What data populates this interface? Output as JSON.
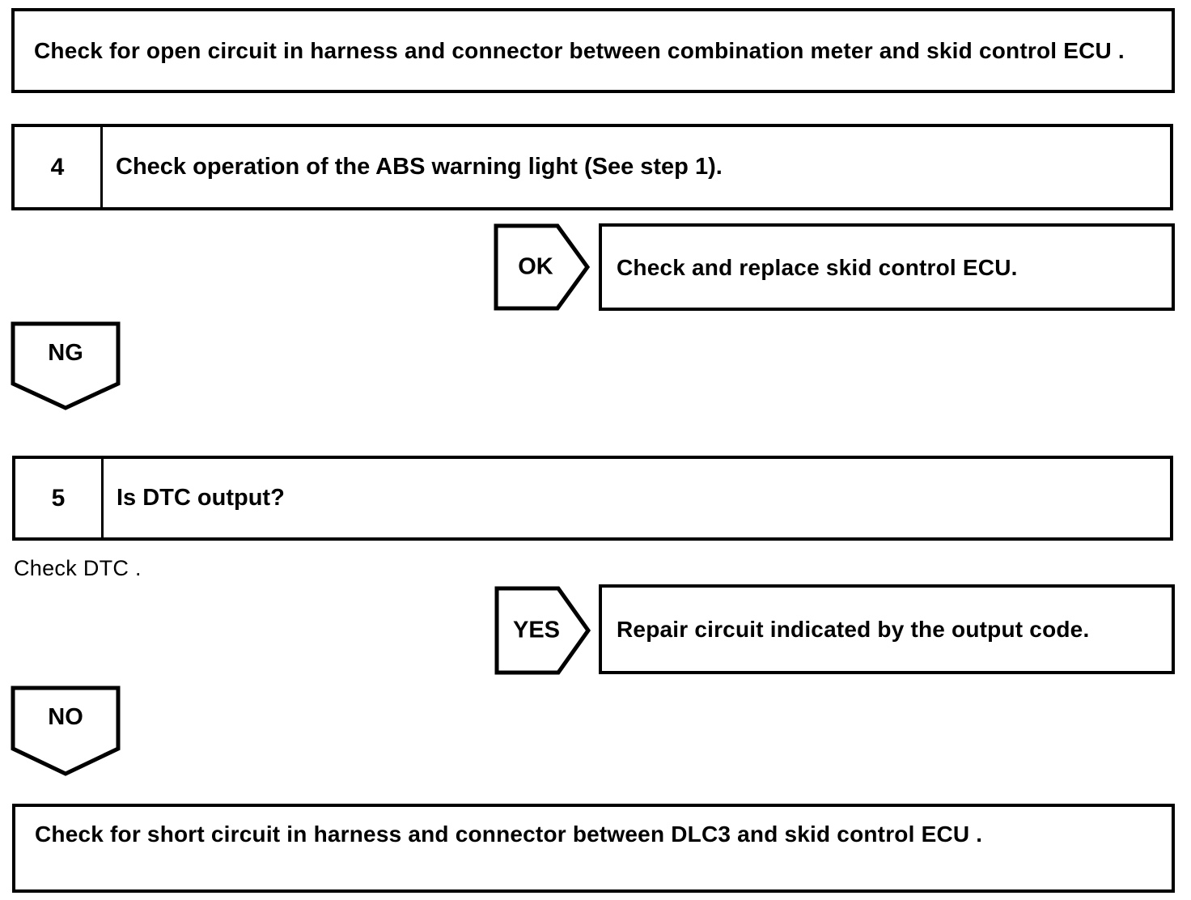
{
  "colors": {
    "ink": "#000000",
    "paper": "#ffffff"
  },
  "top_instruction": {
    "text": "Check for open circuit in harness and connector between combination meter and skid control ECU ."
  },
  "step4": {
    "number": "4",
    "title": "Check operation of the ABS warning light (See step 1).",
    "ok": {
      "label": "OK",
      "action": "Check and replace skid control ECU."
    },
    "ng": {
      "label": "NG"
    }
  },
  "step5": {
    "number": "5",
    "title": "Is DTC output?",
    "note": "Check DTC .",
    "yes": {
      "label": "YES",
      "action": "Repair circuit indicated by the output code."
    },
    "no": {
      "label": "NO"
    }
  },
  "bottom_instruction": {
    "text": "Check for short circuit in harness and connector between DLC3 and skid control ECU ."
  }
}
